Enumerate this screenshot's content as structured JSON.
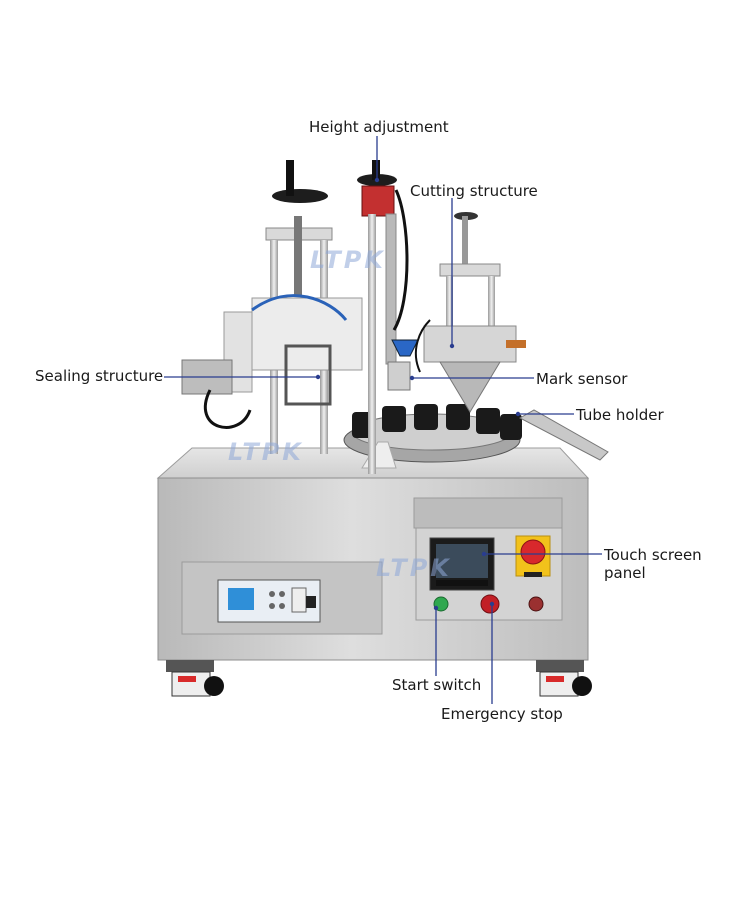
{
  "watermark": "LTPK",
  "labels": {
    "height_adjustment": "Height adjustment",
    "cutting_structure": "Cutting structure",
    "sealing_structure": "Sealing structure",
    "mark_sensor": "Mark sensor",
    "tube_holder": "Tube holder",
    "touch_screen_line1": "Touch screen",
    "touch_screen_line2": "panel",
    "start_switch": "Start switch",
    "emergency_stop": "Emergency stop"
  },
  "colors": {
    "leader_line": "#2a3d8f",
    "steel": "#c9c9c9",
    "emergency_red": "#d8282c",
    "emergency_yellow": "#f2c21b",
    "start_green": "#2fa84f",
    "hmi_screen": "#1f6fb8"
  }
}
